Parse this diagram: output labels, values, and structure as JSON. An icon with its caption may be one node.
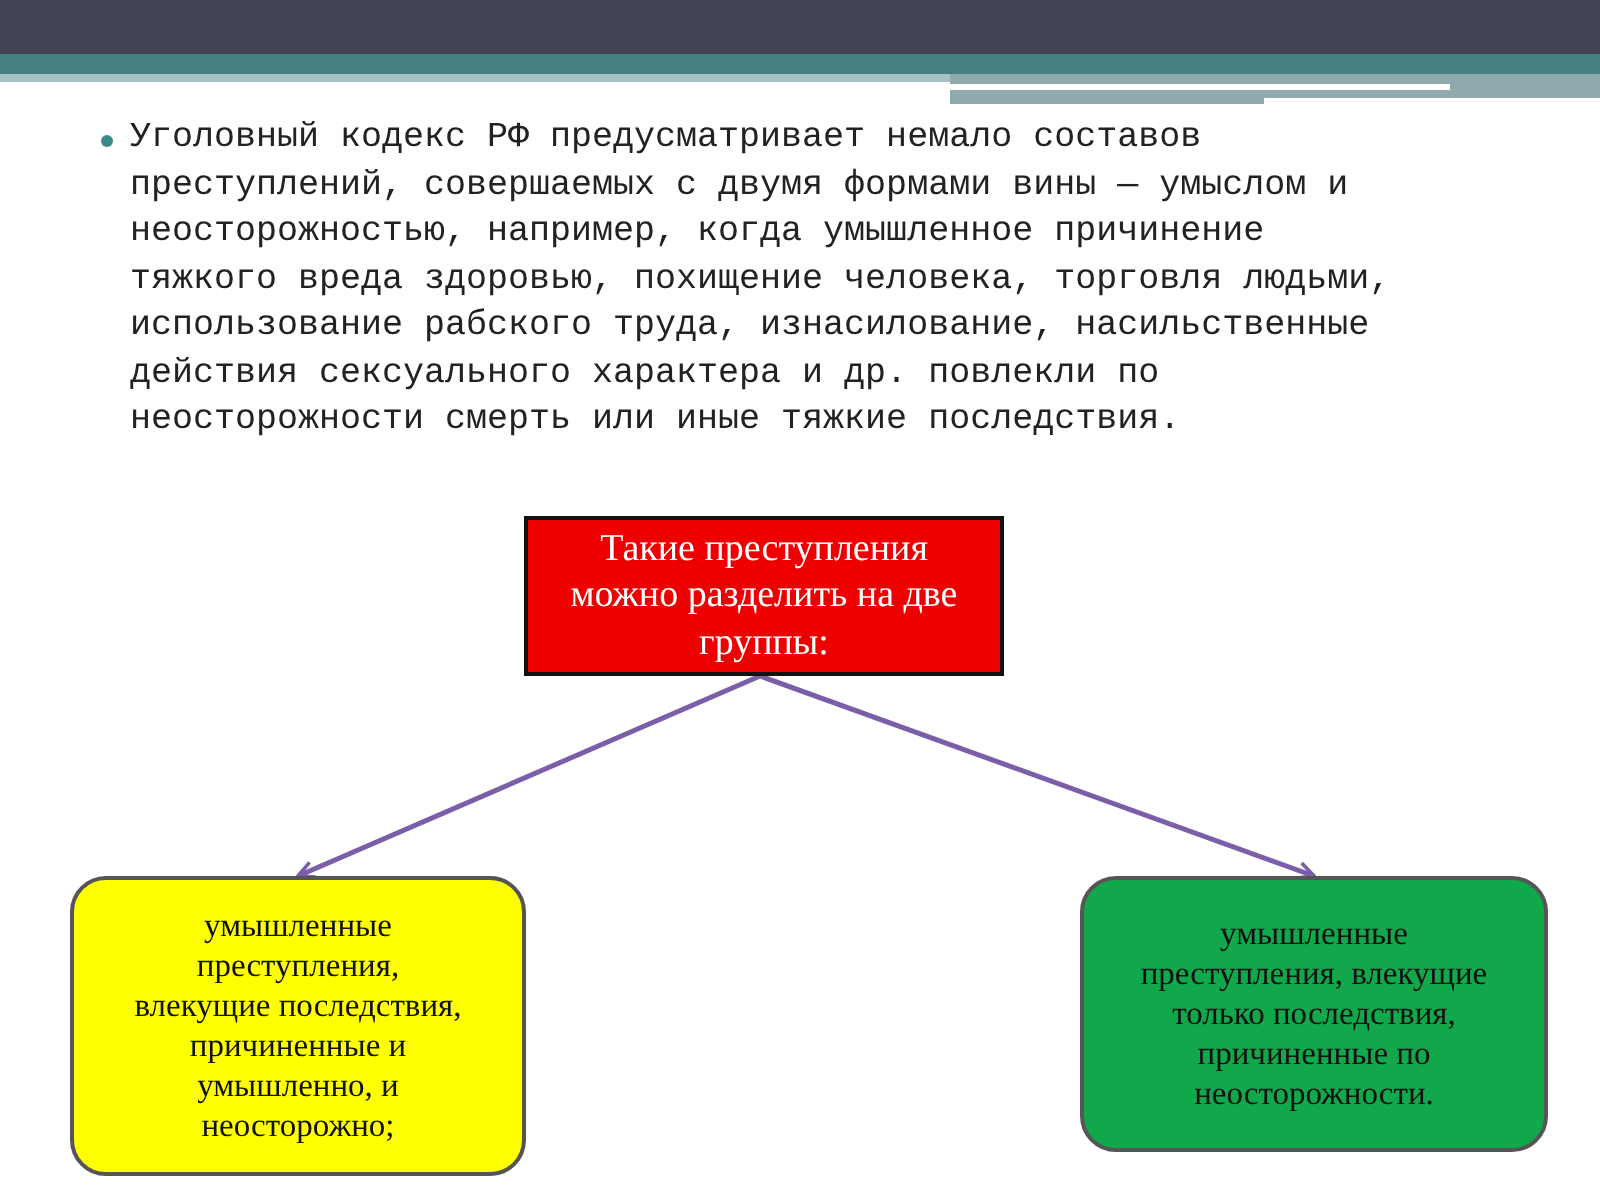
{
  "diagram": {
    "nodes": [
      {
        "text": [
          "Такие преступления можно разделить на две группы:"
        ]
      },
      {
        "text": [
          "умышленные преступления, влекущие последствия, причиненные и умышленно, и неосторожно;"
        ]
      },
      {
        "text": [
          "умышленные преступления, влекущие только последствия, причиненные по неосторожности."
        ]
      }
    ],
    "edges": [
      {
        "from": 0,
        "to": 1,
        "arrow": "to",
        "color": "#7a5ea8"
      },
      {
        "from": 0,
        "to": 2,
        "arrow": "to",
        "color": "#7a5ea8"
      }
    ],
    "labels": [
      "Уголовный кодекс РФ предусматривает немало составов преступлений, совершаемых с двумя формами вины — умыслом и неосторожностью, например, когда умышленное причинение тяжкого вреда здоровью, похищение человека, торговля людьми, использование рабского труда, изнасилование, насильственные действия сексуального характера и др. повлекли по неосторожности смерть или иные тяжкие последствия."
    ]
  }
}
